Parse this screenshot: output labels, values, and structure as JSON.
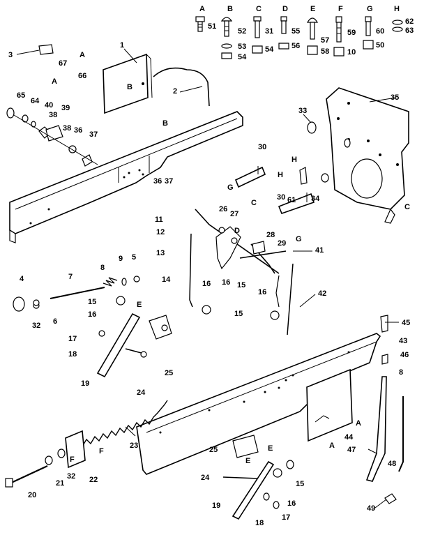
{
  "hardware": [
    {
      "key": "A",
      "parts": [
        "51"
      ]
    },
    {
      "key": "B",
      "parts": [
        "52",
        "53",
        "54"
      ]
    },
    {
      "key": "C",
      "parts": [
        "31",
        "54"
      ]
    },
    {
      "key": "D",
      "parts": [
        "55",
        "56"
      ]
    },
    {
      "key": "E",
      "parts": [
        "57",
        "58"
      ]
    },
    {
      "key": "F",
      "parts": [
        "59",
        "10"
      ]
    },
    {
      "key": "G",
      "parts": [
        "60",
        "50"
      ]
    },
    {
      "key": "H",
      "parts": [
        "62",
        "63"
      ]
    }
  ],
  "callouts": {
    "n1": "1",
    "n2": "2",
    "n3": "3",
    "n4": "4",
    "n5": "5",
    "n6": "6",
    "n7": "7",
    "n8": "8",
    "n8b": "8",
    "n9": "9",
    "n11": "11",
    "n12": "12",
    "n13": "13",
    "n14": "14",
    "n15a": "15",
    "n15b": "15",
    "n15c": "15",
    "n15d": "15",
    "n16a": "16",
    "n16b": "16",
    "n16c": "16",
    "n16d": "16",
    "n16e": "16",
    "n17a": "17",
    "n17b": "17",
    "n18a": "18",
    "n18b": "18",
    "n19a": "19",
    "n19b": "19",
    "n20": "20",
    "n21": "21",
    "n22": "22",
    "n23": "23",
    "n24a": "24",
    "n24b": "24",
    "n25a": "25",
    "n25b": "25",
    "n26": "26",
    "n27": "27",
    "n28": "28",
    "n29": "29",
    "n30a": "30",
    "n30b": "30",
    "n32a": "32",
    "n32b": "32",
    "n33": "33",
    "n34": "34",
    "n35": "35",
    "n36a": "36",
    "n36b": "36",
    "n37a": "37",
    "n37b": "37",
    "n38a": "38",
    "n38b": "38",
    "n39": "39",
    "n40": "40",
    "n41": "41",
    "n42": "42",
    "n43": "43",
    "n44": "44",
    "n45": "45",
    "n46": "46",
    "n47": "47",
    "n48": "48",
    "n49": "49",
    "n61": "61",
    "n64": "64",
    "n65": "65",
    "n66": "66",
    "n67": "67"
  },
  "letters": {
    "A1": "A",
    "A2": "A",
    "A3": "A",
    "A4": "A",
    "B1": "B",
    "B2": "B",
    "C1": "C",
    "C2": "C",
    "D1": "D",
    "E1": "E",
    "E2": "E",
    "E3": "E",
    "F1": "F",
    "F2": "F",
    "G1": "G",
    "G2": "G",
    "H1": "H",
    "H2": "H"
  }
}
